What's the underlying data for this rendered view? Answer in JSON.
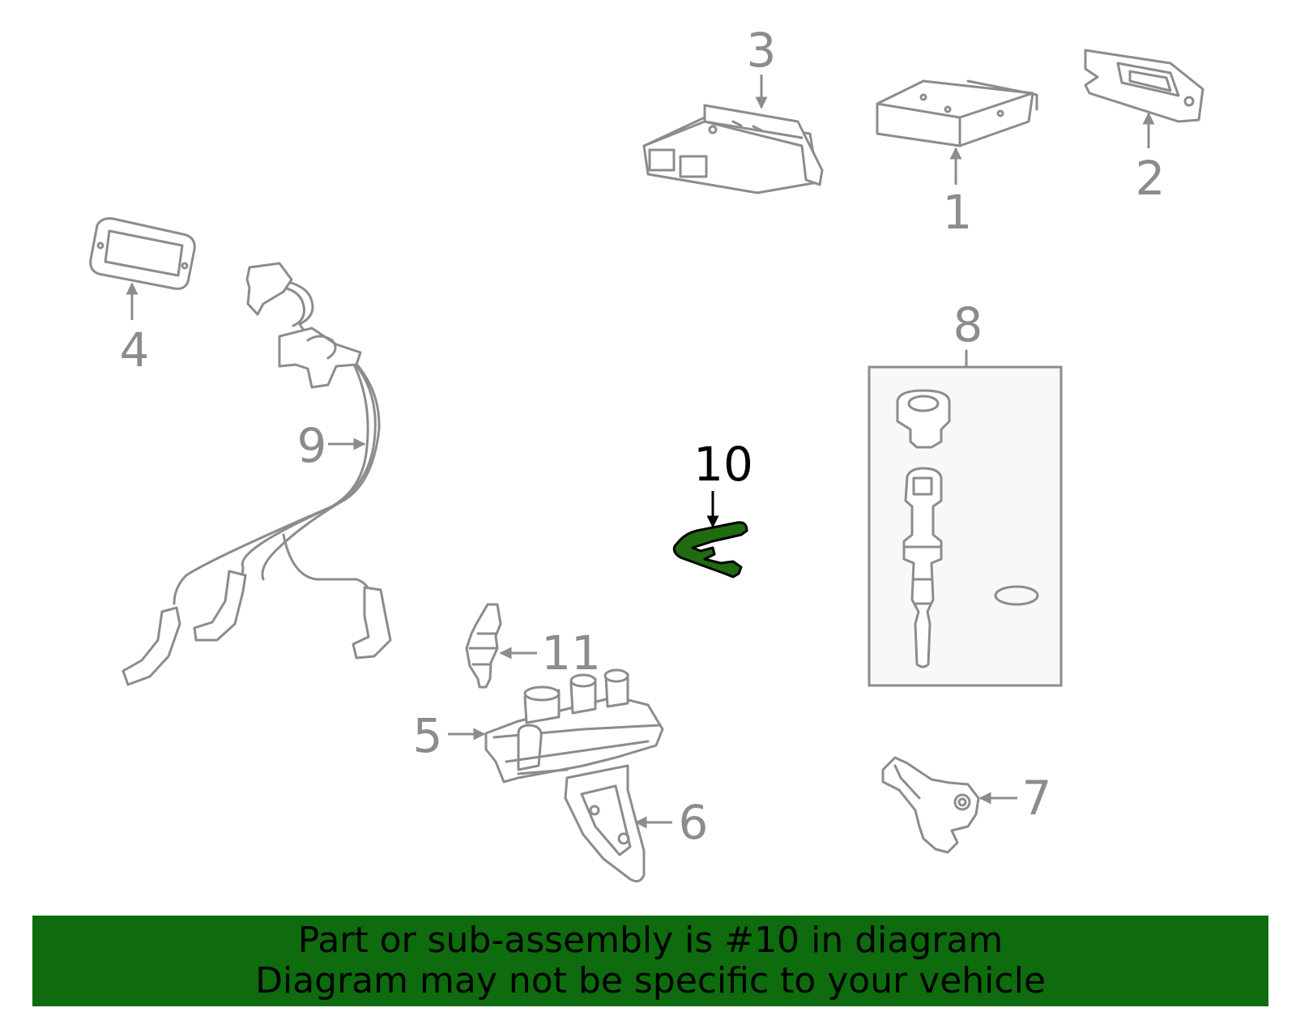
{
  "callouts": {
    "c1": "1",
    "c2": "2",
    "c3": "3",
    "c4": "4",
    "c5": "5",
    "c6": "6",
    "c7": "7",
    "c8": "8",
    "c9": "9",
    "c10": "10",
    "c11": "11"
  },
  "highlight": {
    "part": "10",
    "color": "#1f6b12"
  },
  "banner": {
    "background": "#0e6b0e",
    "line1": "Part or sub-assembly is #10 in diagram",
    "line2": "Diagram may not be specific to your vehicle"
  }
}
